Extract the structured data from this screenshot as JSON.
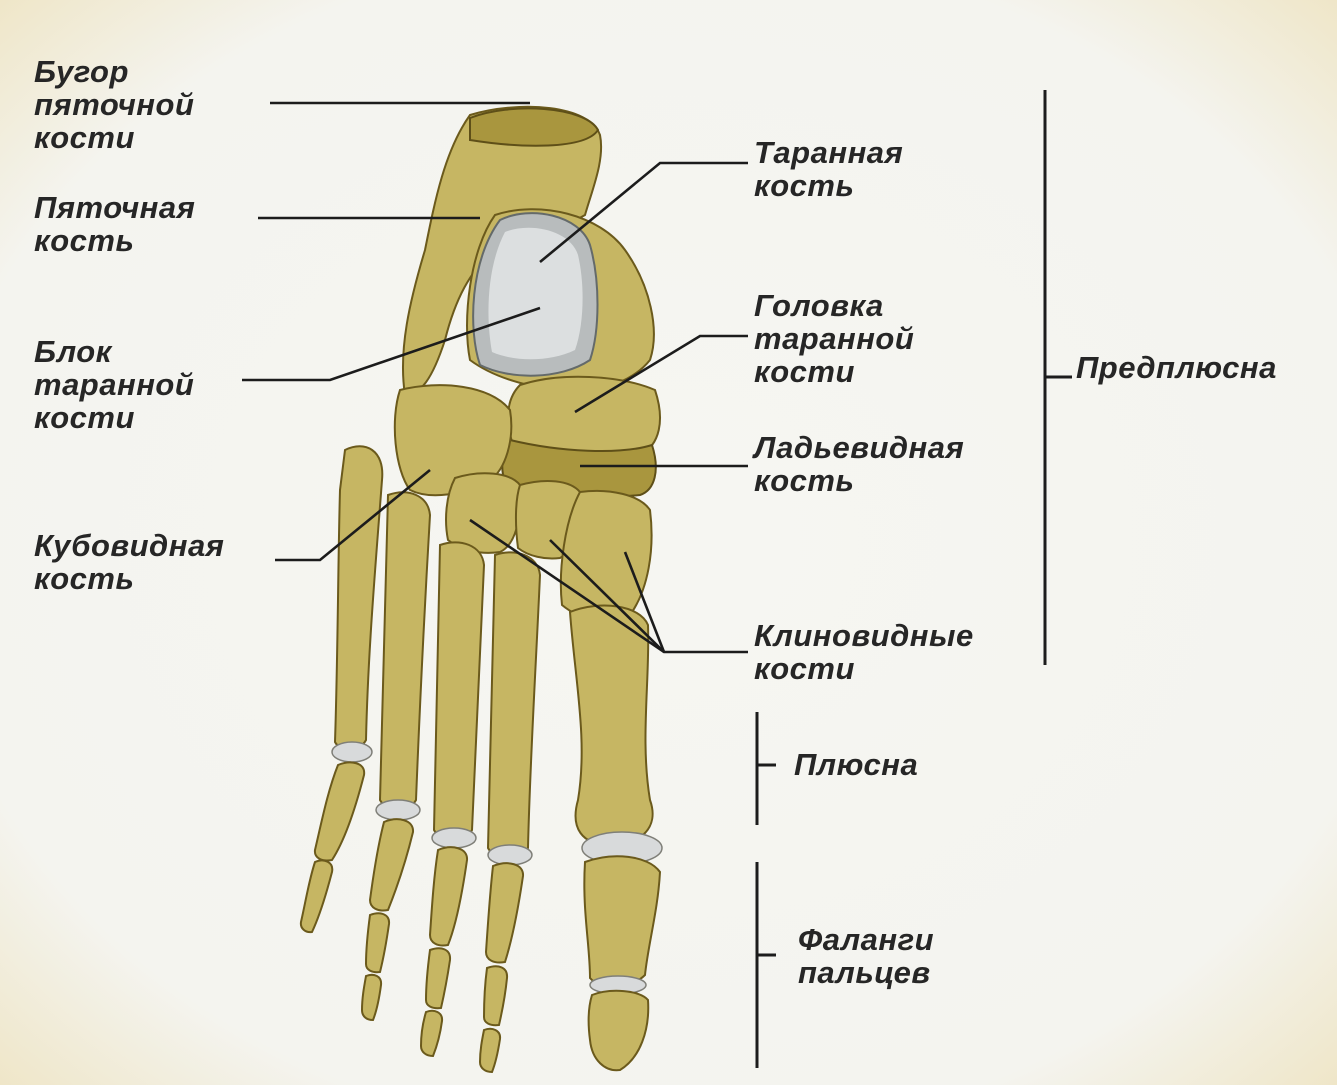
{
  "diagram": {
    "labels": {
      "calcaneal_tuber": [
        "Бугор",
        "пяточной",
        "кости"
      ],
      "calcaneus": [
        "Пяточная",
        "кость"
      ],
      "talus": [
        "Таранная",
        "кость"
      ],
      "talus_trochlea": [
        "Блок",
        "таранной",
        "кости"
      ],
      "talus_head": [
        "Головка",
        "таранной",
        "кости"
      ],
      "navicular": [
        "Ладьевидная",
        "кость"
      ],
      "cuboid": [
        "Кубовидная",
        "кость"
      ],
      "cuneiforms": [
        "Клиновидные",
        "кости"
      ],
      "tarsus": "Предплюсна",
      "metatarsus": "Плюсна",
      "phalanges": [
        "Фаланги",
        "пальцев"
      ]
    }
  }
}
